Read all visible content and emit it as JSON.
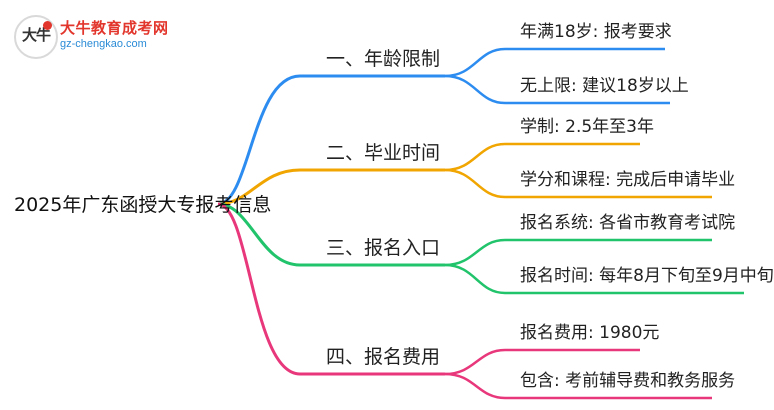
{
  "logo": {
    "mark": "大牛",
    "name": "大牛教育成考网",
    "url": "gz-chengkao.com"
  },
  "mindmap": {
    "root": "2025年广东函授大专报考信息",
    "branches": [
      {
        "label": "一、年龄限制",
        "color": "#2d8cf0",
        "children": [
          "年满18岁: 报考要求",
          "无上限: 建议18岁以上"
        ]
      },
      {
        "label": "二、毕业时间",
        "color": "#f0a500",
        "children": [
          "学制: 2.5年至3年",
          "学分和课程: 完成后申请毕业"
        ]
      },
      {
        "label": "三、报名入口",
        "color": "#21c36b",
        "children": [
          "报名系统: 各省市教育考试院",
          "报名时间: 每年8月下旬至9月中旬"
        ]
      },
      {
        "label": "四、报名费用",
        "color": "#e8377b",
        "children": [
          "报名费用: 1980元",
          "包含: 考前辅导费和教务服务"
        ]
      }
    ]
  }
}
